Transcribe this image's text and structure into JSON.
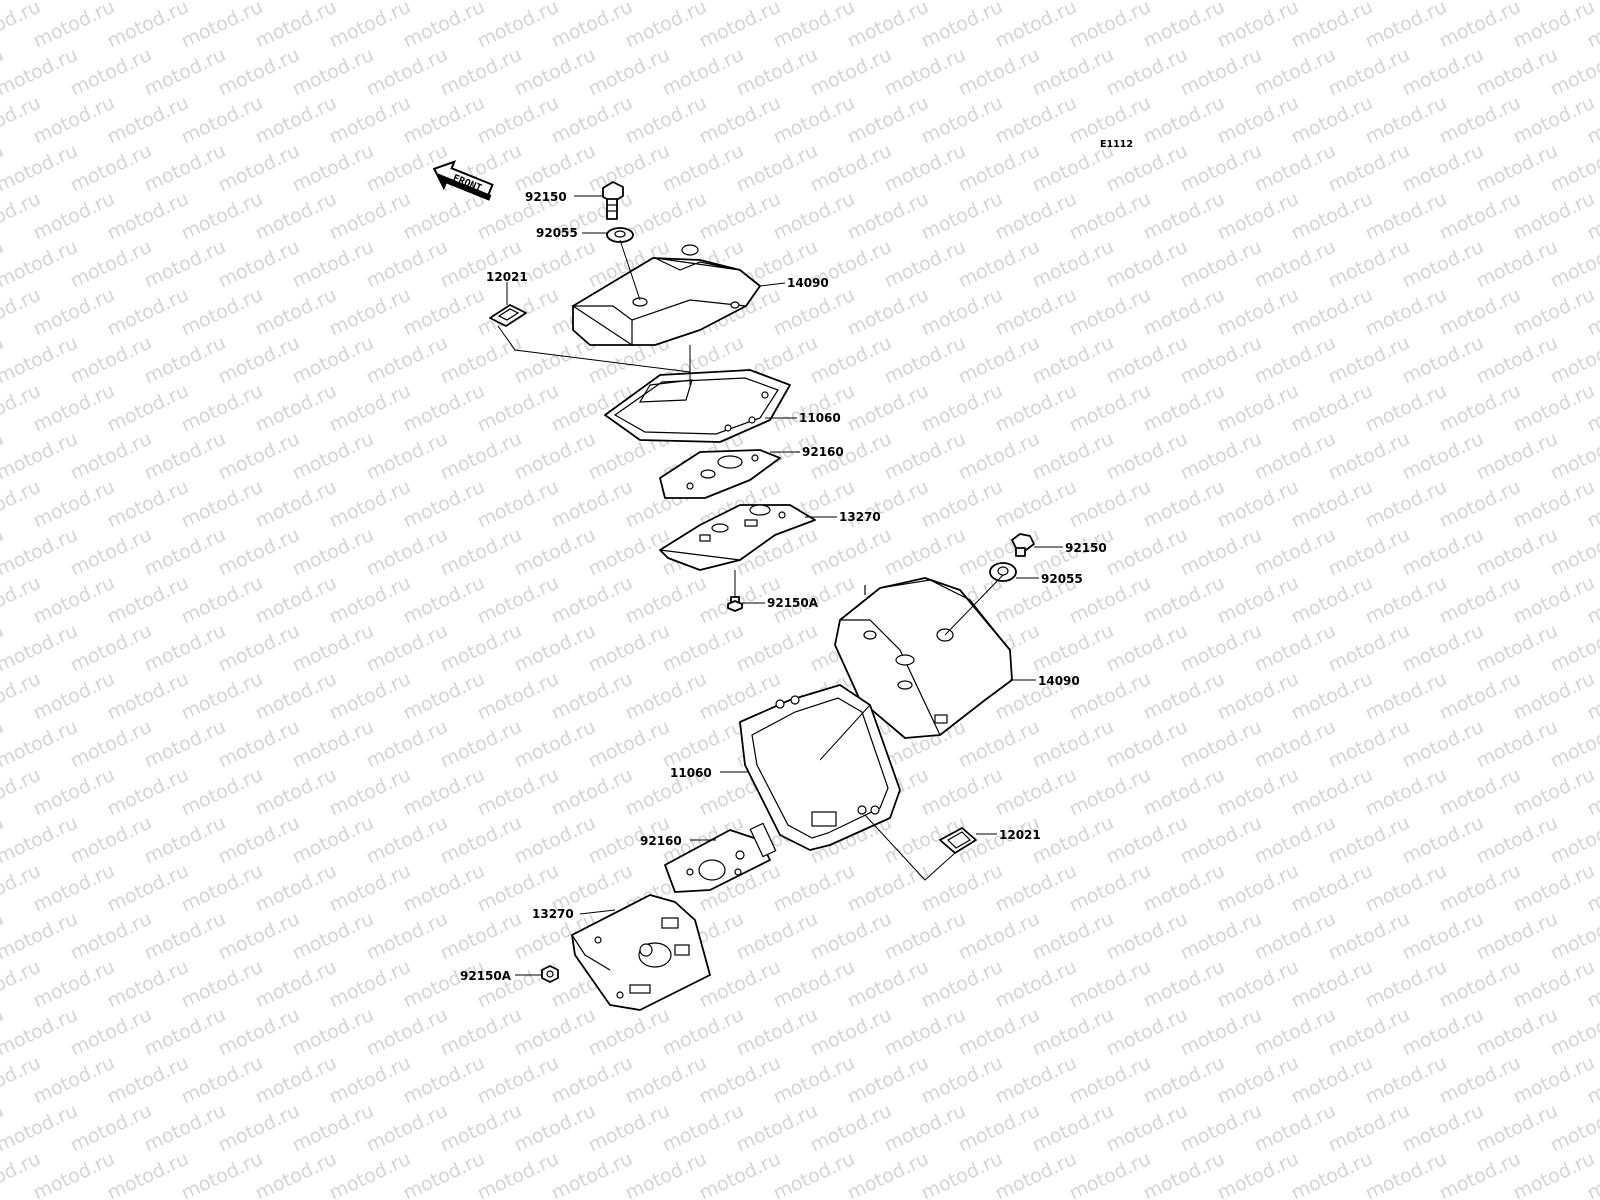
{
  "diagram": {
    "code": "E1112",
    "watermark": "motod.ru",
    "front_arrow": "FRONT",
    "callouts": [
      {
        "id": "c1",
        "label": "92150"
      },
      {
        "id": "c2",
        "label": "92055"
      },
      {
        "id": "c3",
        "label": "12021"
      },
      {
        "id": "c4",
        "label": "14090"
      },
      {
        "id": "c5",
        "label": "11060"
      },
      {
        "id": "c6",
        "label": "92160"
      },
      {
        "id": "c7",
        "label": "13270"
      },
      {
        "id": "c8",
        "label": "92150A"
      },
      {
        "id": "c9",
        "label": "92150"
      },
      {
        "id": "c10",
        "label": "92055"
      },
      {
        "id": "c11",
        "label": "14090"
      },
      {
        "id": "c12",
        "label": "11060"
      },
      {
        "id": "c13",
        "label": "12021"
      },
      {
        "id": "c14",
        "label": "92160"
      },
      {
        "id": "c15",
        "label": "13270"
      },
      {
        "id": "c16",
        "label": "92150A"
      }
    ]
  }
}
